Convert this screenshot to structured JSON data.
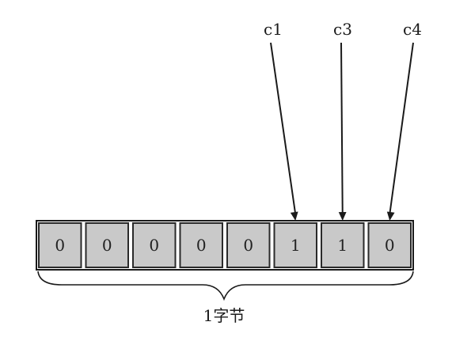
{
  "bits": [
    "0",
    "0",
    "0",
    "0",
    "0",
    "1",
    "1",
    "0"
  ],
  "labels": [
    {
      "text": "c1",
      "target_bit": 6
    },
    {
      "text": "c3",
      "target_bit": 7
    },
    {
      "text": "c4",
      "target_bit": 8
    }
  ],
  "byte_label": "1字节",
  "colors": {
    "cell_fill": "#c9c9c9",
    "stroke": "#1a1a1a"
  }
}
